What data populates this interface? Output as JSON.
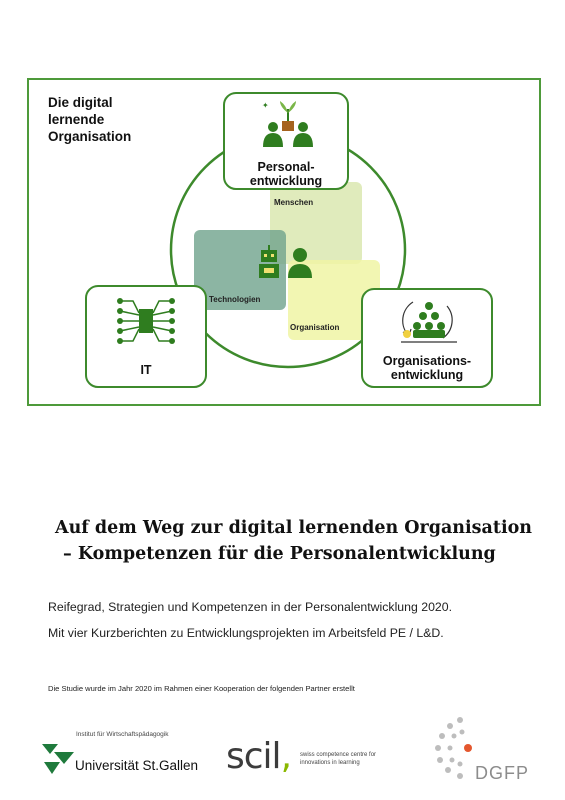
{
  "diagram": {
    "title": "Die digital\nlernende\nOrganisation",
    "nodes": {
      "personal": "Personal-\nentwicklung",
      "it": "IT",
      "organisation": "Organisations-\nentwicklung"
    },
    "squares": {
      "people": "Menschen",
      "tech": "Technologien",
      "org": "Organisation"
    }
  },
  "title": {
    "line1": "Auf dem Weg zur digital lernenden Organisation",
    "line2": "– Kompetenzen für die Personalentwicklung"
  },
  "subtitle": {
    "line1": "Reifegrad, Strategien und Kompetenzen in der Personalentwicklung 2020.",
    "line2": "Mit vier Kurzberichten zu Entwicklungsprojekten im Arbeitsfeld PE / L&D."
  },
  "note": "Die Studie wurde im Jahr 2020 im Rahmen einer Kooperation der folgenden Partner erstellt",
  "logos": {
    "hsg_small": "Institut für Wirtschaftspädagogik",
    "hsg_name": "Universität St.Gallen",
    "scil_main": "scil",
    "scil_comma": ",",
    "scil_line1": "swiss competence centre for",
    "scil_line2": "innovations in learning",
    "dgfp": "DGFP"
  },
  "colors": {
    "frame_green": "#4e9a3a",
    "icon_green": "#2f7d1f",
    "square_people": "#dbe8b0",
    "square_tech": "#6fa38c",
    "square_org": "#f0f4a4"
  }
}
